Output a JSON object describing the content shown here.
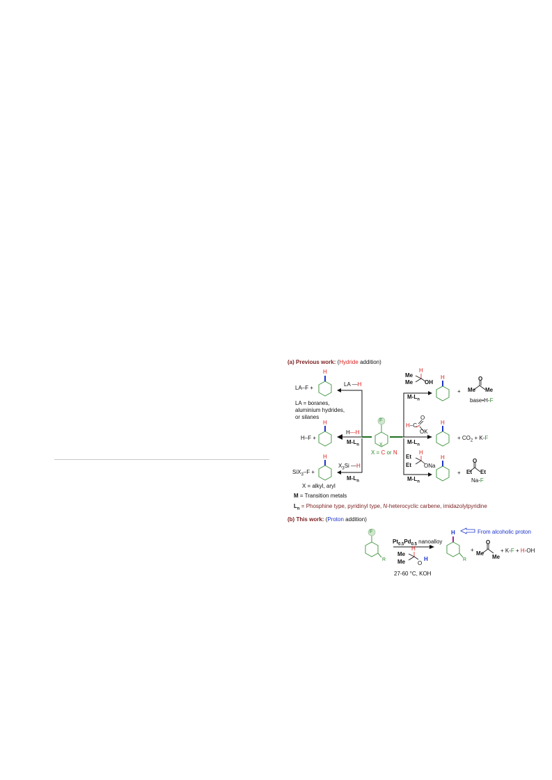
{
  "colors": {
    "section_heading": "#7a1f1f",
    "hydride": "#d22222",
    "fluorine": "#2e8b2e",
    "proton": "#1a33cc"
  },
  "section_a": {
    "heading_prefix": "(a) Previous work:",
    "heading_paren_open": "(",
    "heading_highlight": "Hydride",
    "heading_suffix": "addition)"
  },
  "section_b": {
    "heading_prefix": "(b) This work:",
    "heading_paren_open": "(",
    "heading_highlight": "Proton",
    "heading_suffix": "addition)"
  },
  "left": {
    "la_product": "LA–F +",
    "la_reagent_left": "LA",
    "la_reagent_right": "H",
    "la_note_1": "LA = boranes,",
    "la_note_2": "aluminium hydrides,",
    "la_note_3": "or silanes",
    "hf_product": "H–F +",
    "h2_reagent_left": "H",
    "h2_reagent_right": "H",
    "ml_label": "M-L",
    "ml_sub": "n",
    "si_product_a": "SiX",
    "si_product_sub": "3",
    "si_product_b": "–F +",
    "si_reagent_a": "X",
    "si_reagent_sub": "3",
    "si_reagent_b": "Si",
    "si_reagent_h": "H",
    "x_note": "X = alkyl, aryl"
  },
  "center": {
    "fluorine": "F",
    "ring_atom": "X",
    "note_a": "X =",
    "note_c": "C",
    "note_or": "or",
    "note_n": "N"
  },
  "right": {
    "ipa_me1": "Me",
    "ipa_me2": "Me",
    "ipa_h": "H",
    "ipa_oh": "OH",
    "acetone_o": "O",
    "acetone_me1": "Me",
    "acetone_me2": "Me",
    "base_hf_a": "base•H-",
    "base_hf_f": "F",
    "plus": "+",
    "formate_h": "H",
    "formate_c": "C",
    "formate_o": "O",
    "formate_ok": "OK",
    "co2_a": "+  CO",
    "co2_sub": "2",
    "co2_b": " + K-",
    "co2_f": "F",
    "alk_et1": "Et",
    "alk_et2": "Et",
    "alk_h": "H",
    "alk_ona": "ONa",
    "ketone_o": "O",
    "ketone_et1": "Et",
    "ketone_et2": "Et",
    "naf_a": "Na-",
    "naf_f": "F",
    "product_h": "H"
  },
  "legend": {
    "m_key": "M",
    "m_text": "=  Transition metals",
    "l_key": "L",
    "l_sub": "n",
    "l_text_1": "= Phosphine type, pyridinyl type, ",
    "l_text_nhc_italic": "N",
    "l_text_2": "-heterocyclic carbene, imidazolylpyridine"
  },
  "this_work": {
    "fluorine": "F",
    "r1": "R",
    "catalyst_pt": "Pt",
    "catalyst_pt_sub": "0.5",
    "catalyst_pd": "Pd",
    "catalyst_pd_sub": "0.5",
    "catalyst_suffix": " nanoalloy",
    "ipa_me1": "Me",
    "ipa_me2": "Me",
    "ipa_h": "H",
    "ipa_o": "O",
    "ipa_oh_h": "H",
    "conditions": "27-60 °C, KOH",
    "product_h": "H",
    "r2": "R",
    "from_proton": "From alcoholic proton",
    "plus": "+",
    "acetone_o": "O",
    "acetone_me1": "Me",
    "acetone_me2": "Me",
    "tail_a": "+ K-",
    "tail_f": "F",
    "tail_b": " + ",
    "tail_h": "H",
    "tail_c": "-OH"
  }
}
